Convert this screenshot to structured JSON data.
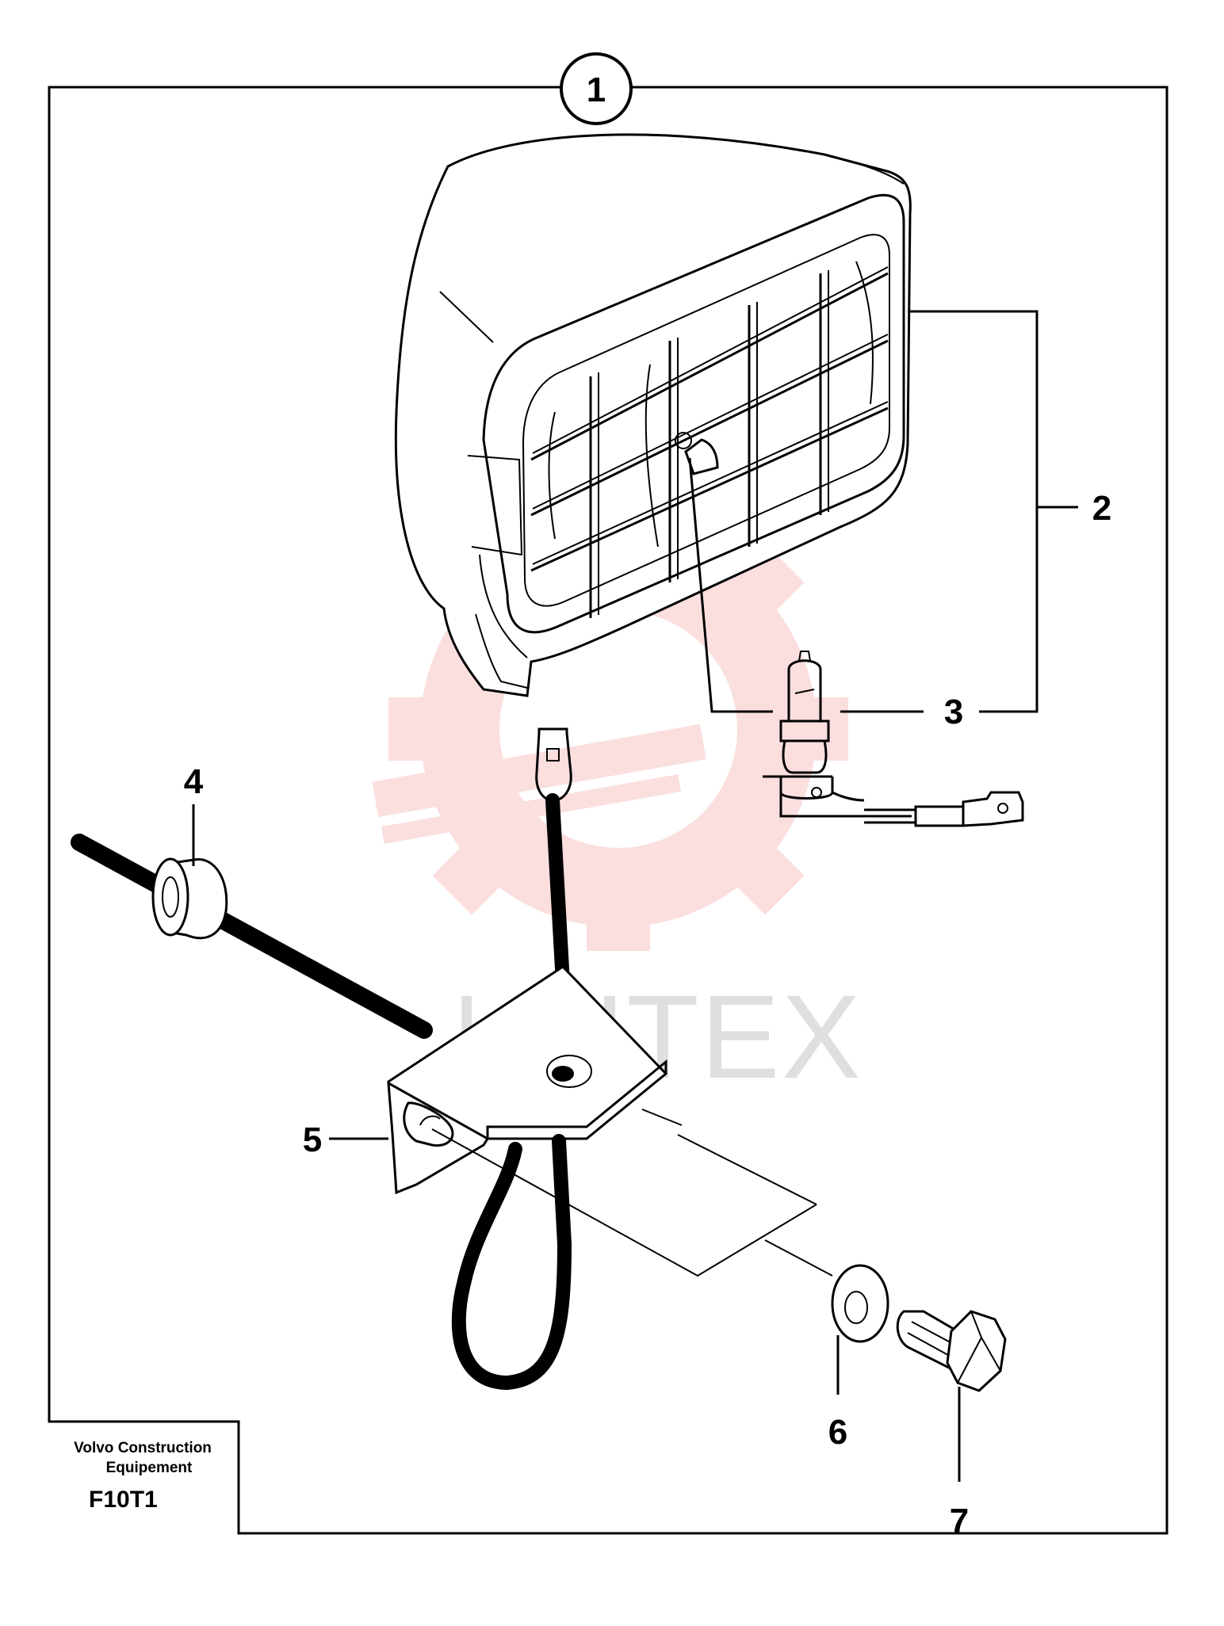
{
  "diagram": {
    "callouts": {
      "c1": "1",
      "c2": "2",
      "c3": "3",
      "c4": "4",
      "c5": "5",
      "c6": "6",
      "c7": "7"
    },
    "manufacturer": {
      "line1": "Volvo Construction",
      "line2": "Equipement"
    },
    "figure_code": "F10T1",
    "watermark_text": "ИНТЕХ",
    "colors": {
      "line": "#000000",
      "watermark": "#f5a3a3"
    }
  }
}
